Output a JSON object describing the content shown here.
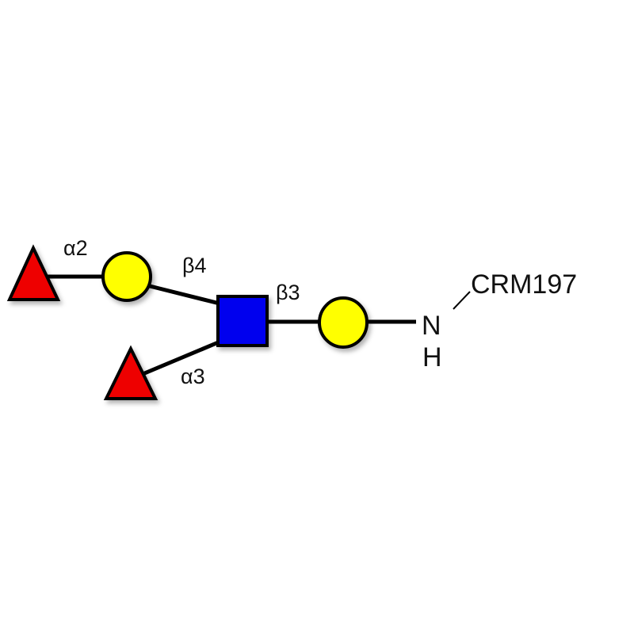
{
  "diagram": {
    "title": "Glycan conjugate structure",
    "linkages": {
      "fuc1_gal": "α2",
      "gal_glcnac": "β4",
      "glcnac_gal": "β3",
      "fuc2_glcnac": "α3"
    },
    "linker": {
      "n": "N",
      "h": "H"
    },
    "carrier": "CRM197",
    "colors": {
      "fucose": "#ee0000",
      "galactose": "#ffff00",
      "glcnac": "#0000ee",
      "stroke": "#000000"
    }
  }
}
